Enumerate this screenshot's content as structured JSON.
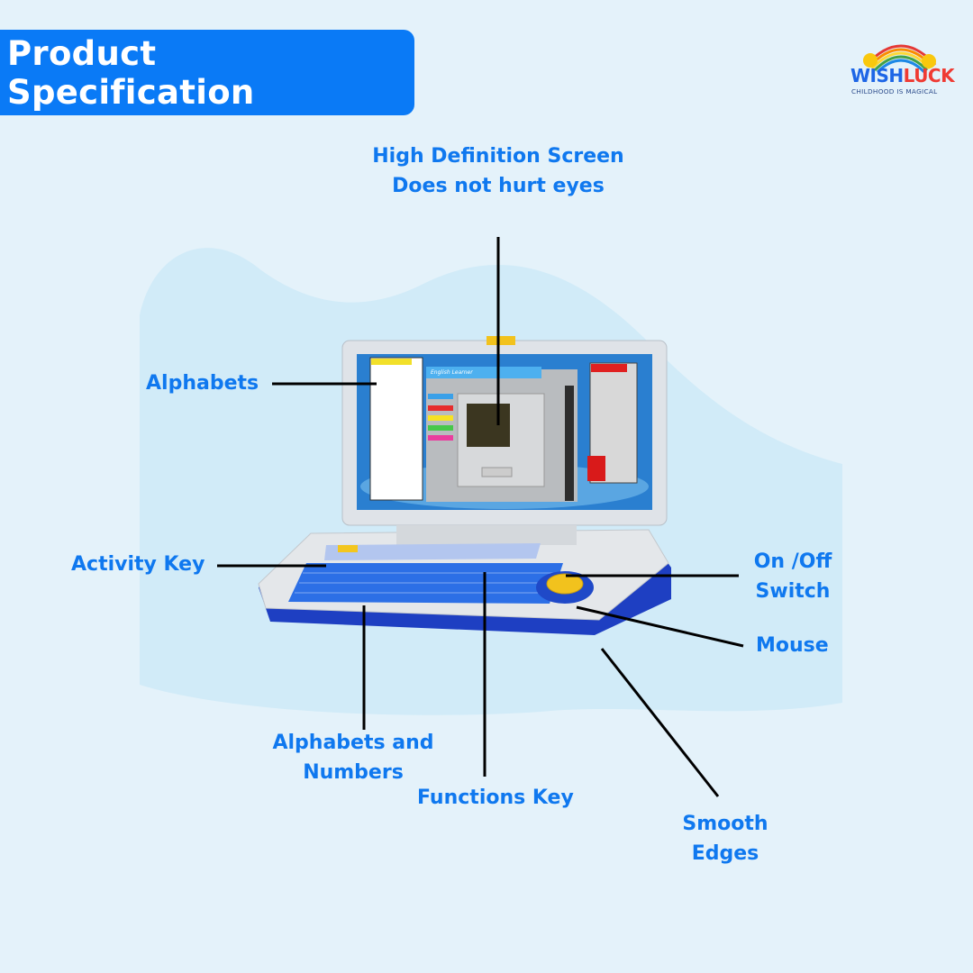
{
  "header": {
    "title": "Product Specification"
  },
  "logo": {
    "brand_part1": "WISH",
    "brand_part2": "LUCK",
    "tagline": "CHILDHOOD IS MAGICAL"
  },
  "callouts": {
    "screen": {
      "line1": "High Definition Screen",
      "line2": "Does not hurt eyes"
    },
    "alphabets": "Alphabets",
    "activity_key": "Activity Key",
    "on_off": {
      "line1": "On /Off",
      "line2": "Switch"
    },
    "mouse": "Mouse",
    "alphabets_numbers": {
      "line1": "Alphabets and",
      "line2": "Numbers"
    },
    "functions_key": "Functions Key",
    "smooth_edges": {
      "line1": "Smooth",
      "line2": "Edges"
    }
  },
  "product_screen": {
    "window_title": "English Learner"
  },
  "colors": {
    "accent": "#0a7af6",
    "callout_text": "#0f78ef",
    "background": "#e4f2fa"
  }
}
